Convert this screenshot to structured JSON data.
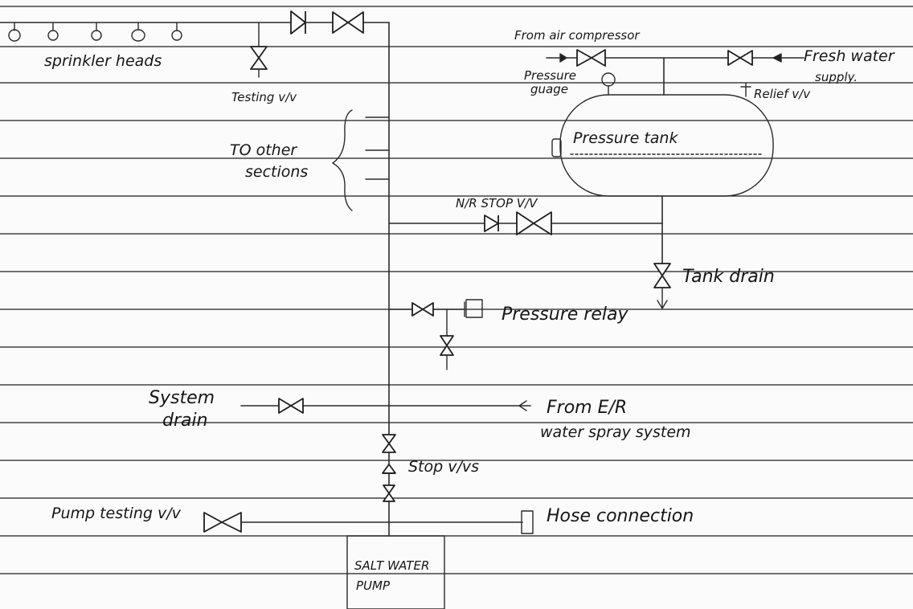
{
  "labels": {
    "sprinkler_heads": "sprinkler heads",
    "testing_valve": "Testing v/v",
    "from_air_compressor": "From air compressor",
    "fresh_water_1": "Fresh water",
    "fresh_water_2": "supply.",
    "pressure_gauge_1": "Pressure",
    "pressure_gauge_2": "guage",
    "relief_valve": "Relief v/v",
    "pressure_tank": "Pressure tank",
    "to_other_1": "TO other",
    "to_other_2": "sections",
    "nr_stop_valve": "N/R STOP V/V",
    "tank_drain": "Tank drain",
    "pressure_relay": "Pressure relay",
    "system_drain_1": "System",
    "system_drain_2": "drain",
    "from_er_1": "From E/R",
    "from_er_2": "water spray system",
    "stop_valves": "Stop v/vs",
    "pump_testing_valve": "Pump testing v/v",
    "hose_connection": "Hose connection",
    "pump_1": "SALT WATER",
    "pump_2": "PUMP"
  },
  "colors": {
    "paper": "#fbfbfb",
    "ruled_line": "#1a1d22",
    "ink": "#1f1f1f"
  }
}
